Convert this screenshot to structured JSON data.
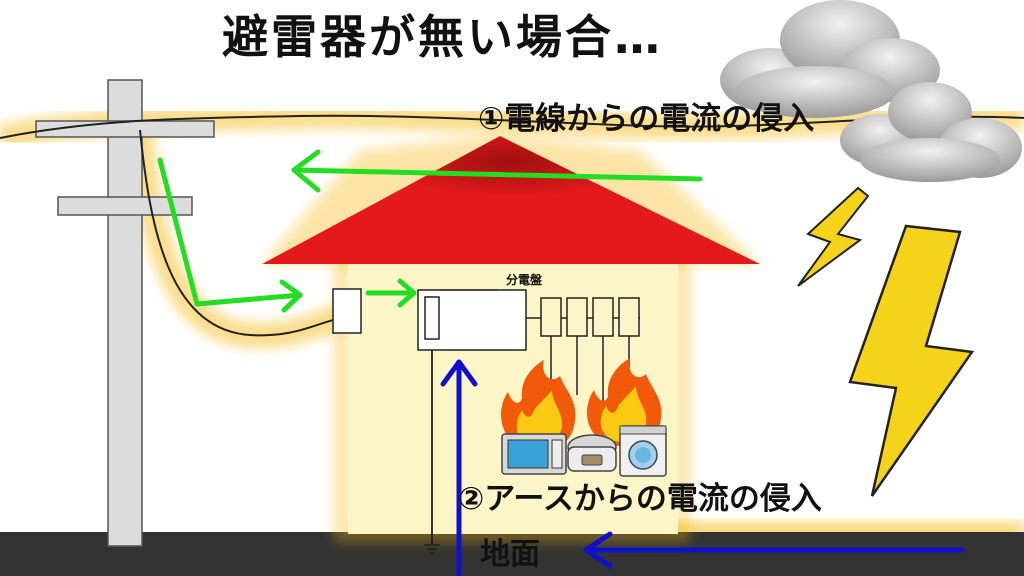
{
  "title": "避雷器が無い場合…",
  "path1_label": "①電線からの電流の侵入",
  "path2_label": "②アースからの電流の侵入",
  "ground_label": "地面",
  "panel_label": "分電盤",
  "icons": [
    "cloud-icon",
    "lightning-bolt-icon",
    "fire-icon",
    "microwave-icon",
    "rice-cooker-icon",
    "washing-machine-icon"
  ],
  "colors": {
    "roof": "#e01010",
    "wall": "#fbf5c8",
    "surge_glow": "#f4b400",
    "path1_arrow": "#22dd22",
    "path2_arrow": "#1010cc",
    "lightning": "#f5d31a",
    "ground": "#333333"
  }
}
